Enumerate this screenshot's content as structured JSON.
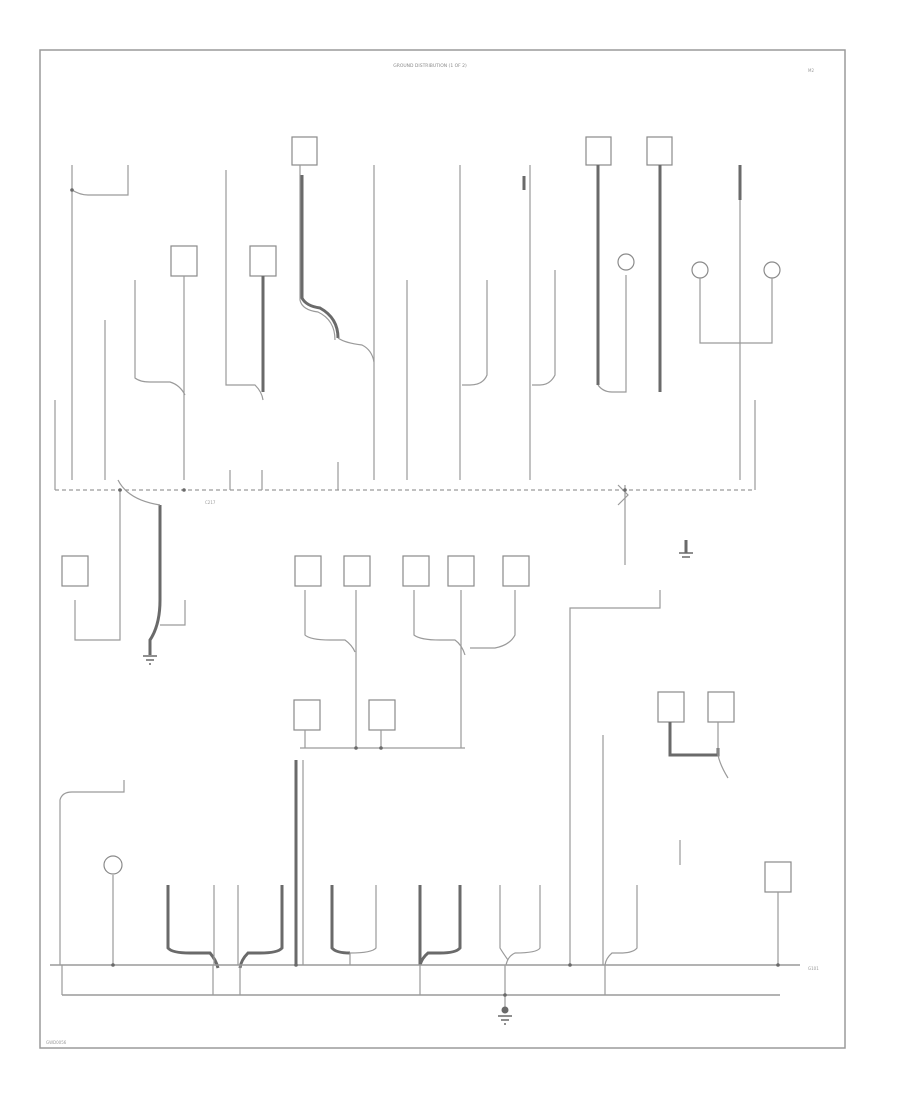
{
  "diagram": {
    "title": "GROUND DISTRIBUTION (1 OF 2)",
    "page_code": "M2",
    "corner_mark": "GWD0056",
    "bus_labels": {
      "top_bus": "C217",
      "lower_right": "G101"
    }
  },
  "colors": {
    "line": "#9a9a9a",
    "thick_line": "#6a6a6a",
    "background": "#ffffff"
  }
}
